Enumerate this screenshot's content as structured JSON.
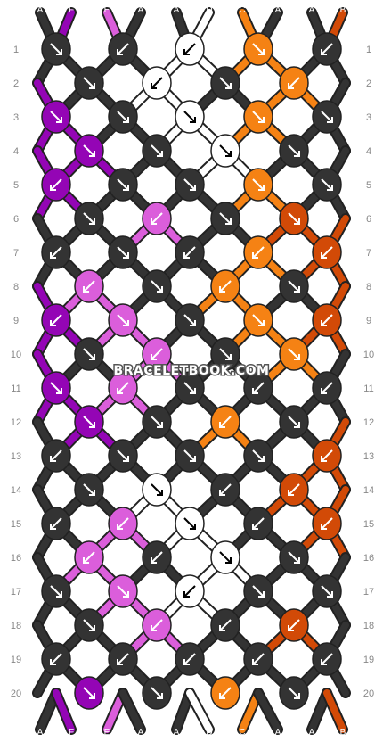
{
  "strand_labels": [
    "A",
    "F",
    "E",
    "A",
    "A",
    "D",
    "C",
    "A",
    "A",
    "B"
  ],
  "row_numbers": [
    "1",
    "2",
    "3",
    "4",
    "5",
    "6",
    "7",
    "8",
    "9",
    "10",
    "11",
    "12",
    "13",
    "14",
    "15",
    "16",
    "17",
    "18",
    "19",
    "20"
  ],
  "watermark": "BRACELETBOOK.COM",
  "colors": {
    "A": "#333333",
    "B": "#d24a07",
    "C": "#f58214",
    "D": "#ffffff",
    "E": "#db5edb",
    "F": "#9405b5"
  },
  "pattern": {
    "type": "friendship-bracelet-knot-diagram",
    "rows": [
      [
        "right-right",
        "left-left",
        "left-left",
        "right-right",
        "left-left"
      ],
      [
        "right-right",
        "left-left",
        "right-right",
        "left-left"
      ],
      [
        "right-right",
        "right-right",
        "right-right",
        "right-right",
        "right-right"
      ],
      [
        "right-right",
        "right-right",
        "right-right",
        "right-right"
      ],
      [
        "left-left",
        "right-right",
        "right-right",
        "right-right",
        "right-right"
      ],
      [
        "right-right",
        "left-left",
        "right-right",
        "right-right"
      ],
      [
        "left-left",
        "right-right",
        "left-left",
        "left-left",
        "left-left"
      ],
      [
        "left-left",
        "right-right",
        "left-left",
        "right-right"
      ],
      [
        "left-left",
        "right-right",
        "right-right",
        "right-right",
        "left-left"
      ],
      [
        "right-right",
        "left-left",
        "right-right",
        "right-right"
      ],
      [
        "right-right",
        "left-left",
        "right-right",
        "left-left",
        "left-left"
      ],
      [
        "right-right",
        "right-right",
        "left-left",
        "right-right"
      ],
      [
        "left-left",
        "right-right",
        "right-right",
        "right-right",
        "left-left"
      ],
      [
        "right-right",
        "right-left",
        "left-left",
        "left-left"
      ],
      [
        "left-left",
        "left-left",
        "right-right",
        "left-left",
        "left-left"
      ],
      [
        "left-left",
        "left-left",
        "right-left",
        "right-right"
      ],
      [
        "right-right",
        "right-right",
        "left-left",
        "right-right",
        "right-right"
      ],
      [
        "right-right",
        "left-left",
        "left-left",
        "left-left"
      ],
      [
        "left-left",
        "left-left",
        "left-left",
        "left-left",
        "left-left"
      ],
      [
        "right-right",
        "right-right",
        "left-left",
        "right-right"
      ]
    ],
    "knot_colors": [
      [
        "A",
        "A",
        "D",
        "C",
        "A"
      ],
      [
        "A",
        "D",
        "A",
        "C"
      ],
      [
        "F",
        "A",
        "D",
        "C",
        "A"
      ],
      [
        "F",
        "A",
        "D",
        "A"
      ],
      [
        "F",
        "A",
        "A",
        "C",
        "A"
      ],
      [
        "A",
        "E",
        "A",
        "B"
      ],
      [
        "A",
        "A",
        "A",
        "C",
        "B"
      ],
      [
        "E",
        "A",
        "C",
        "A"
      ],
      [
        "F",
        "E",
        "A",
        "C",
        "B"
      ],
      [
        "A",
        "E",
        "A",
        "C"
      ],
      [
        "F",
        "E",
        "A",
        "A",
        "A"
      ],
      [
        "F",
        "A",
        "C",
        "A"
      ],
      [
        "A",
        "A",
        "A",
        "A",
        "B"
      ],
      [
        "A",
        "D",
        "A",
        "B"
      ],
      [
        "A",
        "E",
        "D",
        "A",
        "B"
      ],
      [
        "E",
        "A",
        "D",
        "A"
      ],
      [
        "A",
        "E",
        "D",
        "A",
        "A"
      ],
      [
        "A",
        "E",
        "A",
        "B"
      ],
      [
        "A",
        "A",
        "A",
        "A",
        "A"
      ],
      [
        "F",
        "A",
        "C",
        "A"
      ]
    ]
  }
}
